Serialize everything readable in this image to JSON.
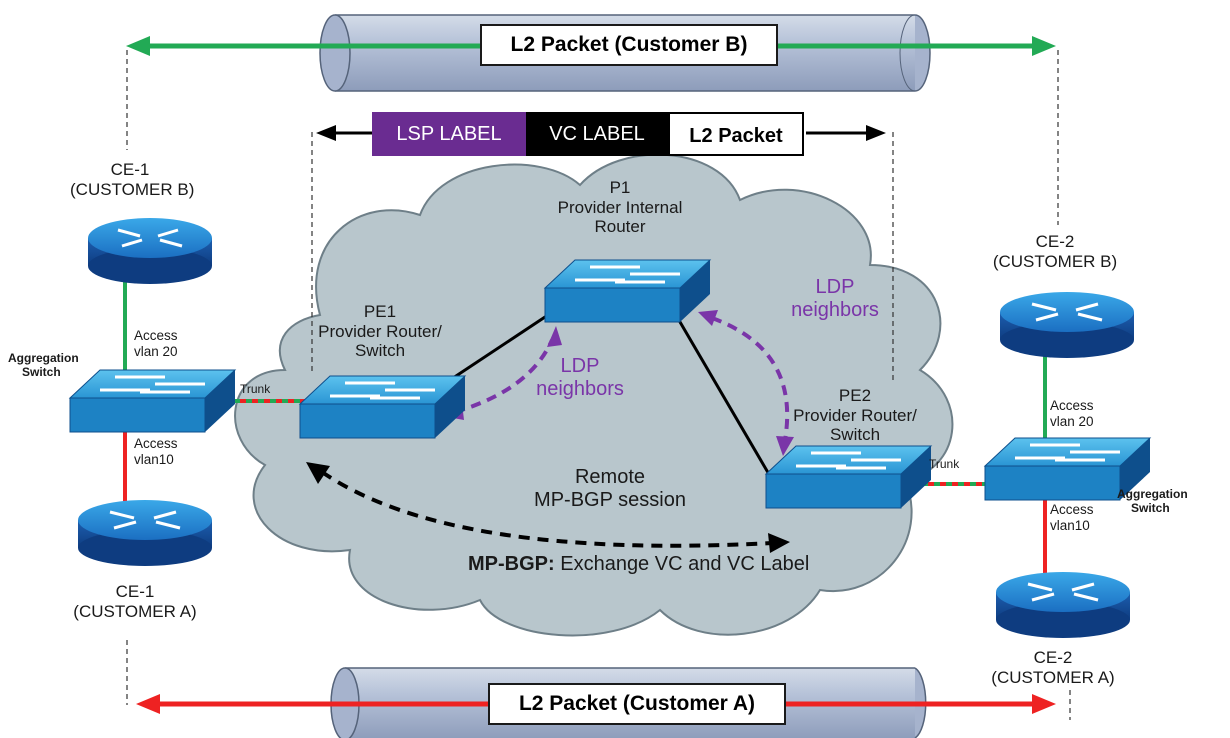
{
  "tunnels": {
    "top_label": "L2 Packet (Customer B)",
    "bottom_label": "L2 Packet (Customer A)"
  },
  "header": {
    "lsp_label": "LSP LABEL",
    "vc_label": "VC LABEL",
    "l2_packet": "L2 Packet"
  },
  "devices": {
    "ce1_b": {
      "line1": "CE-1",
      "line2": "(CUSTOMER B)"
    },
    "ce1_a": {
      "line1": "CE-1",
      "line2": "(CUSTOMER A)"
    },
    "ce2_b": {
      "line1": "CE-2",
      "line2": "(CUSTOMER B)"
    },
    "ce2_a": {
      "line1": "CE-2",
      "line2": "(CUSTOMER A)"
    },
    "p1": {
      "line1": "P1",
      "line2": "Provider Internal",
      "line3": "Router"
    },
    "pe1": {
      "line1": "PE1",
      "line2": "Provider Router/",
      "line3": "Switch"
    },
    "pe2": {
      "line1": "PE2",
      "line2": "Provider Router/",
      "line3": "Switch"
    },
    "agg_left": {
      "line1": "Aggregation",
      "line2": "Switch"
    },
    "agg_right": {
      "line1": "Aggregation",
      "line2": "Switch"
    }
  },
  "links": {
    "access_left_top": {
      "line1": "Access",
      "line2": "vlan 20"
    },
    "access_left_bottom": {
      "line1": "Access",
      "line2": "vlan10"
    },
    "access_right_top": {
      "line1": "Access",
      "line2": "vlan 20"
    },
    "access_right_bottom": {
      "line1": "Access",
      "line2": "vlan10"
    },
    "trunk_left": "Trunk",
    "trunk_right": "Trunk"
  },
  "ldp": {
    "left": {
      "line1": "LDP",
      "line2": "neighbors"
    },
    "right": {
      "line1": "LDP",
      "line2": "neighbors"
    }
  },
  "bgp": {
    "session_line1": "Remote",
    "session_line2": "MP-BGP session",
    "exchange_bold": "MP-BGP:",
    "exchange_text": " Exchange VC and VC Label"
  },
  "colors": {
    "customer_b": "#22aa55",
    "customer_a": "#ee2222",
    "ldp": "#7a35a8",
    "lsp_label_bg": "#6a2c91",
    "vc_label_bg": "#000000",
    "cloud": "#b8c6cc",
    "device_blue": "#1f8fd0"
  }
}
